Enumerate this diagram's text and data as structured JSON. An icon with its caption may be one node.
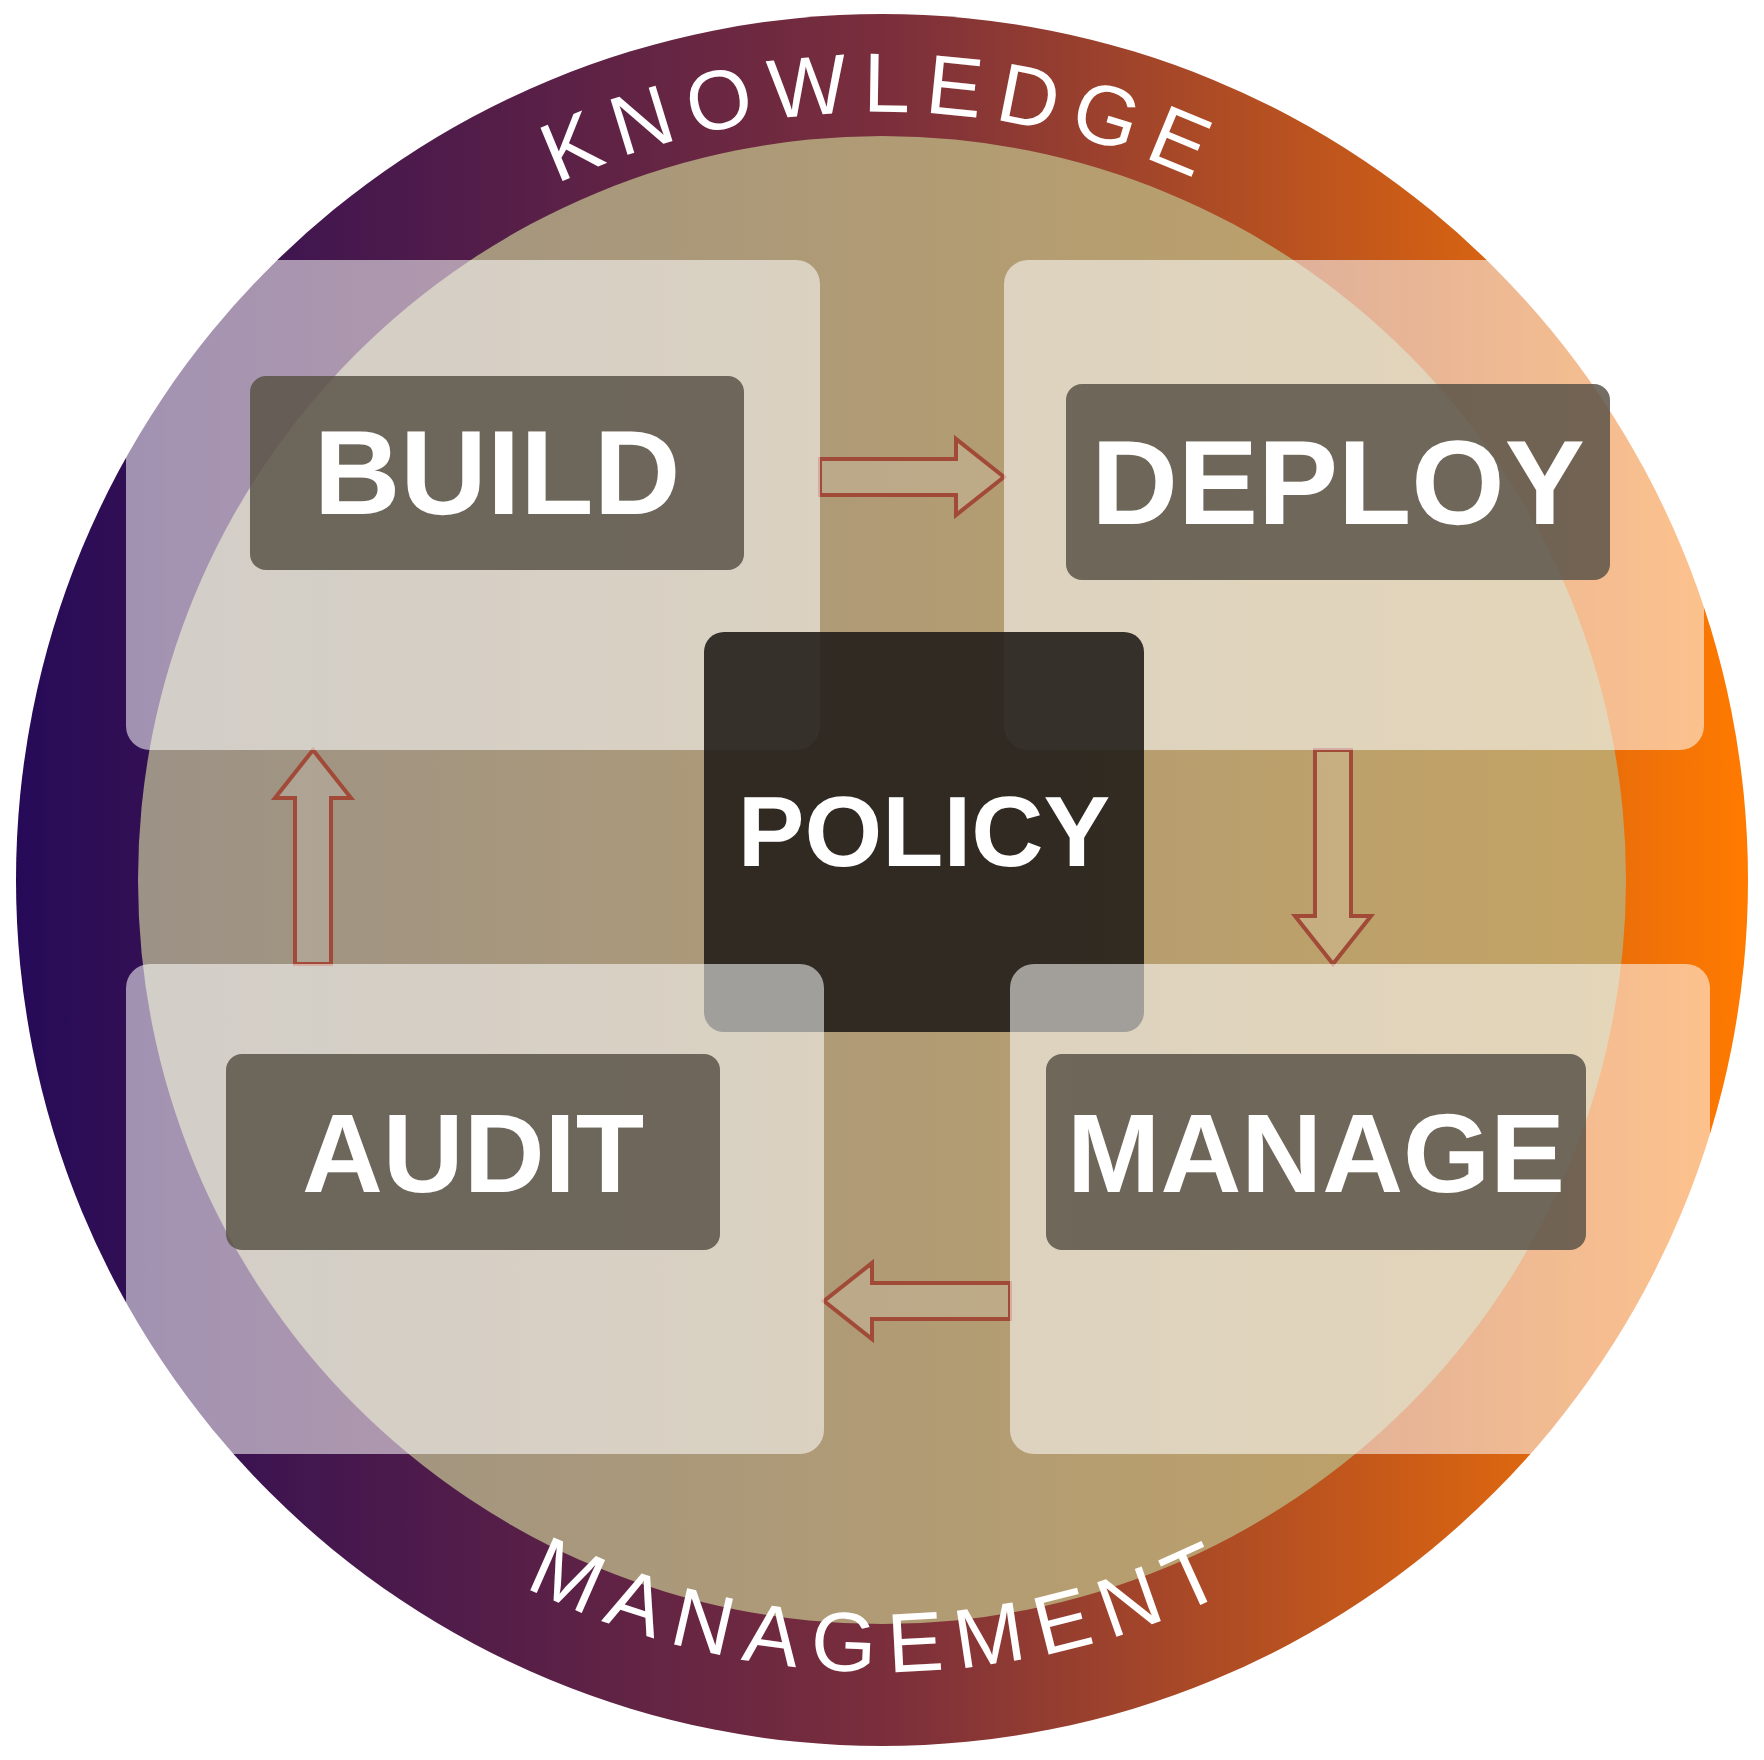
{
  "diagram": {
    "nodes": [
      {
        "text": [],
        "shape": "box"
      },
      {
        "text": [
          "BUILD"
        ],
        "in": 0
      },
      {
        "text": [],
        "shape": "box"
      },
      {
        "text": [
          "DEPLOY"
        ],
        "in": 2
      },
      {
        "text": [
          "POLICY"
        ]
      },
      {
        "text": [],
        "shape": "box"
      },
      {
        "text": [
          "AUDIT"
        ],
        "in": 5
      },
      {
        "text": [],
        "shape": "box"
      },
      {
        "text": [
          "MANAGE"
        ],
        "in": 7
      }
    ],
    "edges": [
      {
        "from": 0,
        "to": 2,
        "arrow": "to"
      },
      {
        "from": 2,
        "to": 7,
        "arrow": "to"
      },
      {
        "from": 7,
        "to": 5,
        "arrow": "to"
      },
      {
        "from": 5,
        "to": 0,
        "arrow": "to"
      }
    ],
    "labels": [
      "KNOWLEDGE",
      "MANAGEMENT"
    ]
  }
}
